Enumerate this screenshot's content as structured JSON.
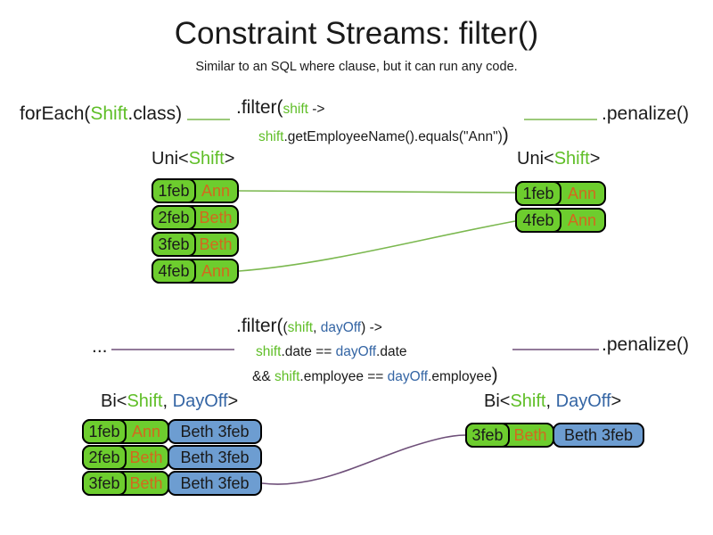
{
  "slide": {
    "title": "Constraint Streams: filter()",
    "subtitle": "Similar to an SQL where clause, but it can run any code."
  },
  "colors": {
    "text_dark": "#1a1a1a",
    "shift_green": "#5fbe27",
    "dayoff_blue": "#3465a4",
    "cell_green": "#6dcd2e",
    "cell_blue": "#6d9dd1",
    "name_orange": "#d2691e",
    "line_green": "#7bb84f",
    "line_purple": "#6e4f79"
  },
  "flow1": {
    "source_pre": "forEach(",
    "source_type": "Shift",
    "source_post": ".class)",
    "filter_head": ".filter(",
    "filter_arg": "shift",
    "filter_arrow": " ->",
    "body_arg": "shift",
    "body_rest": ".getEmployeeName().equals(\"Ann\")",
    "body_close": ")",
    "penalize": ".penalize()",
    "stream_label": {
      "pre": "Uni<",
      "type": "Shift",
      "post": ">"
    },
    "left_rows": [
      {
        "date": "1feb",
        "name": "Ann"
      },
      {
        "date": "2feb",
        "name": "Beth"
      },
      {
        "date": "3feb",
        "name": "Beth"
      },
      {
        "date": "4feb",
        "name": "Ann"
      }
    ],
    "right_rows": [
      {
        "date": "1feb",
        "name": "Ann"
      },
      {
        "date": "4feb",
        "name": "Ann"
      }
    ]
  },
  "flow2": {
    "source": "...",
    "filter_head": ".filter(",
    "open_paren": "(",
    "arg1": "shift",
    "comma": ", ",
    "arg2": "dayOff",
    "arrow": ") ->",
    "cond1_arg": "shift",
    "cond1_mid": ".date == ",
    "cond1_arg2": "dayOff",
    "cond1_end": ".date",
    "cond2_pre": "&& ",
    "cond2_arg": "shift",
    "cond2_mid": ".employee == ",
    "cond2_arg2": "dayOff",
    "cond2_end": ".employee",
    "close": ")",
    "penalize": ".penalize()",
    "stream_label": {
      "pre": "Bi<",
      "type1": "Shift",
      "comma": ", ",
      "type2": "DayOff",
      "post": ">"
    },
    "left_rows": [
      {
        "date": "1feb",
        "name": "Ann",
        "dayoff": "Beth 3feb"
      },
      {
        "date": "2feb",
        "name": "Beth",
        "dayoff": "Beth 3feb"
      },
      {
        "date": "3feb",
        "name": "Beth",
        "dayoff": "Beth 3feb"
      }
    ],
    "right_rows": [
      {
        "date": "3feb",
        "name": "Beth",
        "dayoff": "Beth 3feb"
      }
    ]
  }
}
